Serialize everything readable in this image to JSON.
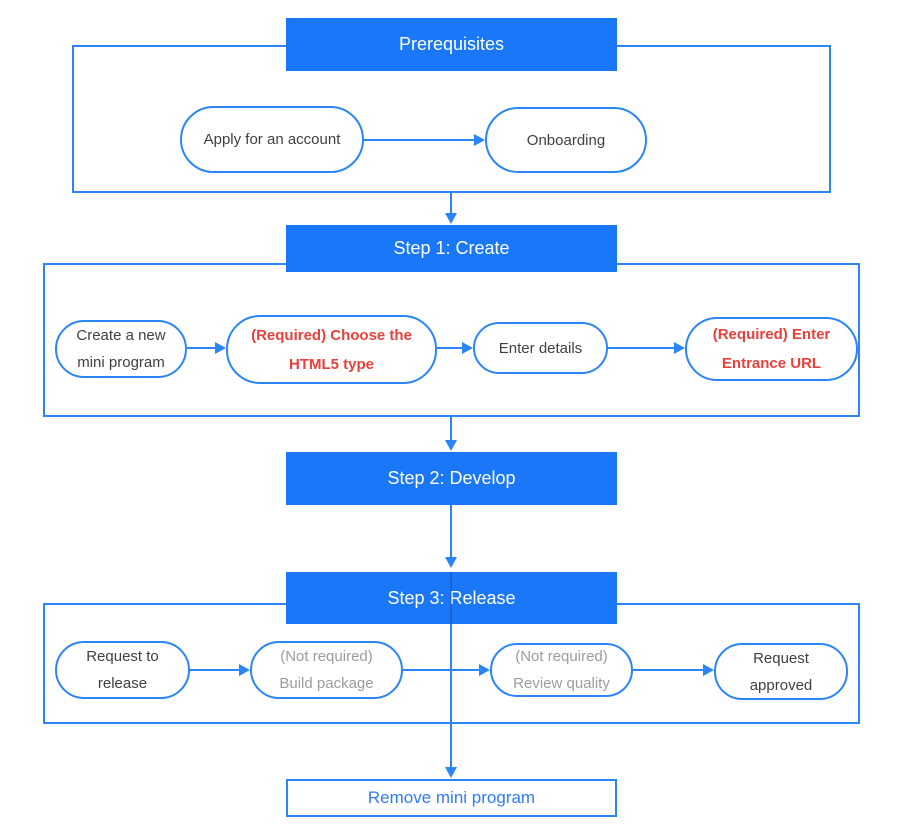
{
  "diagram": {
    "prerequisites": {
      "title": "Prerequisites",
      "node_apply": {
        "line1": "Apply for an account"
      },
      "node_onboarding": {
        "line1": "Onboarding"
      }
    },
    "step1": {
      "title": "Step 1: Create",
      "node_create": {
        "line1": "Create a new",
        "line2": "mini program"
      },
      "node_html5": {
        "line1": "(Required) Choose the",
        "line2": "HTML5 type"
      },
      "node_details": {
        "line1": "Enter details"
      },
      "node_entrance": {
        "line1": "(Required) Enter",
        "line2": "Entrance URL"
      }
    },
    "step2": {
      "title": "Step 2: Develop"
    },
    "step3": {
      "title": "Step 3: Release",
      "node_request": {
        "line1": "Request to",
        "line2": "release"
      },
      "node_build": {
        "line1": "(Not required)",
        "line2": "Build package"
      },
      "node_review": {
        "line1": "(Not required)",
        "line2": "Review quality"
      },
      "node_approved": {
        "line1": "Request",
        "line2": "approved"
      }
    },
    "remove": {
      "label": "Remove mini program"
    }
  },
  "colors": {
    "header_fill": "#1a78f8",
    "line_and_border": "#2b85f4",
    "node_text": "#404040",
    "optional_text": "#9c9c9c",
    "required_text": "#e8413c",
    "remove_text": "#2f7cf2"
  }
}
